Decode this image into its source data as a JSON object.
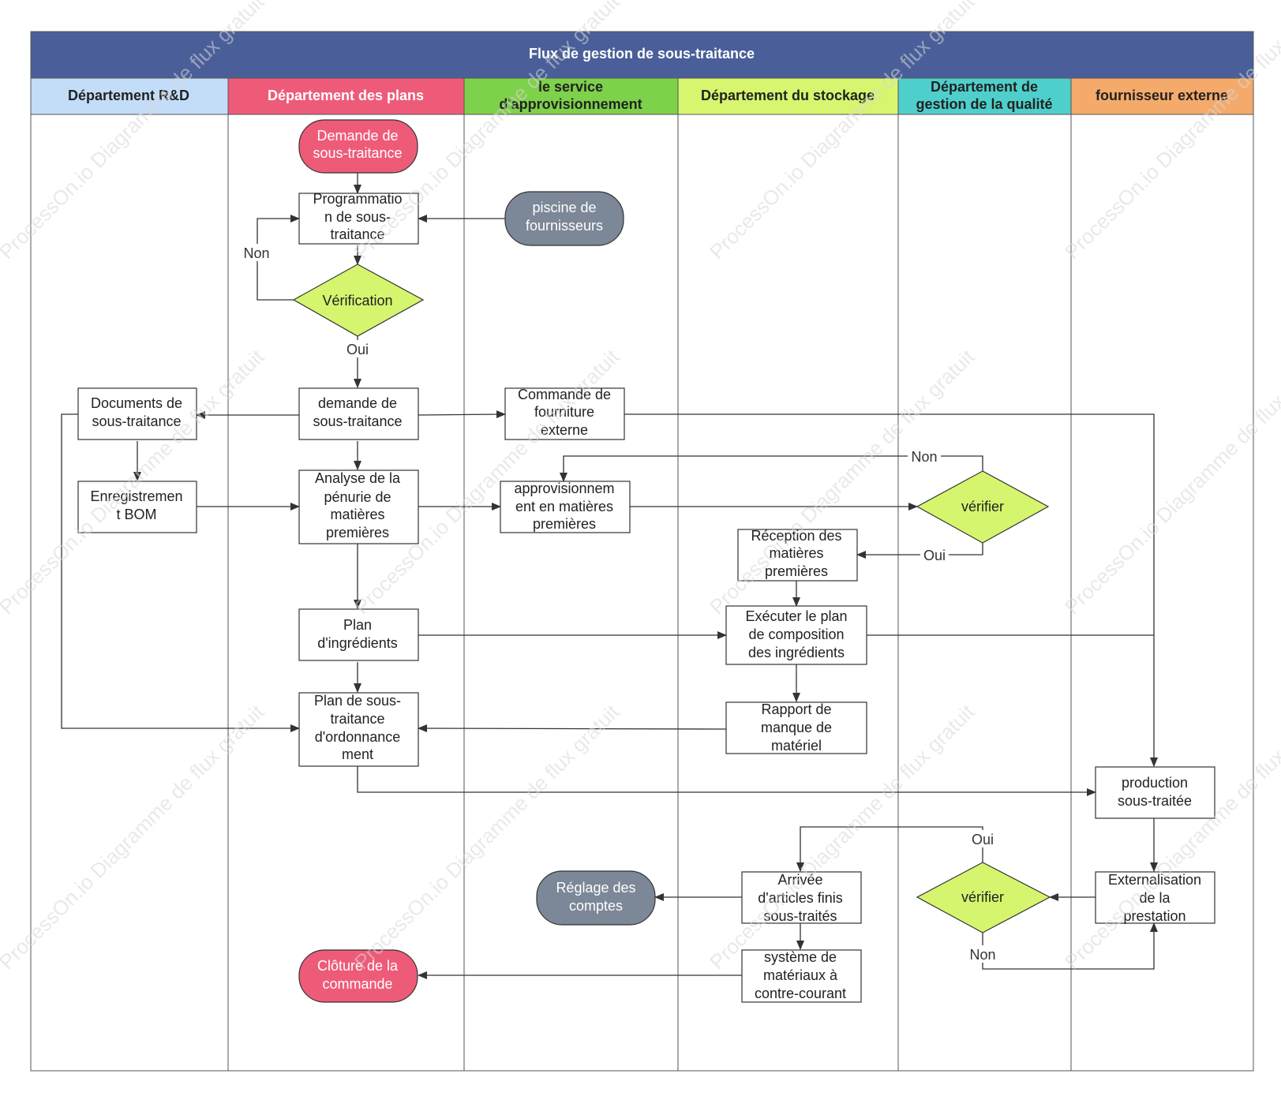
{
  "title": "Flux de gestion de sous-traitance",
  "colors": {
    "title_bar": "#4a5f99",
    "lane_rd": "#c3dcf8",
    "lane_plans": "#ee5b79",
    "lane_appro": "#7ed14a",
    "lane_stock": "#d7f56e",
    "lane_qualite": "#4fcfcb",
    "lane_fournisseur": "#f4aa6a",
    "start_end": "#ee5b79",
    "external": "#7c8797",
    "decision": "#d5f56e"
  },
  "lanes": [
    {
      "id": "rd",
      "label": "Département R&D"
    },
    {
      "id": "plans",
      "label": "Département des plans"
    },
    {
      "id": "appro",
      "label": "le service d'approvisionnement"
    },
    {
      "id": "stock",
      "label": "Département du stockage"
    },
    {
      "id": "qualite",
      "label": "Département de gestion de la qualité"
    },
    {
      "id": "fournisseur",
      "label": "fournisseur externe"
    }
  ],
  "nodes": {
    "demande_st": "Demande de sous-traitance",
    "programmation": "Programmation de sous-traitance",
    "piscine": "piscine de fournisseurs",
    "verification": "Vérification",
    "demande_st2": "demande de sous-traitance",
    "documents": "Documents de sous-traitance",
    "commande": "Commande de fourniture externe",
    "enregistrement": "Enregistrement BOM",
    "analyse": "Analyse de la pénurie de matières premières",
    "appro_mp": "approvisionnement en matières premières",
    "verifier1": "vérifier",
    "reception": "Réception des matières premières",
    "plan_ingredients": "Plan d'ingrédients",
    "executer": "Exécuter le plan de composition des ingrédients",
    "plan_st": "Plan de sous-traitance d'ordonnancement",
    "rapport": "Rapport de manque de matériel",
    "production": "production sous-traitée",
    "externalisation": "Externalisation de la prestation",
    "verifier2": "vérifier",
    "arrivee": "Arrivée d'articles finis sous-traités",
    "reglage": "Réglage des comptes",
    "systeme": "système de matériaux à contre-courant",
    "cloture": "Clôture de la commande"
  },
  "edge_labels": {
    "non_verification": "Non",
    "oui_verification": "Oui",
    "non_verifier1": "Non",
    "oui_verifier1": "Oui",
    "oui_verifier2": "Oui",
    "non_verifier2": "Non"
  },
  "watermark": [
    "ProcessOn.io Diagramme de flux gratuit"
  ]
}
